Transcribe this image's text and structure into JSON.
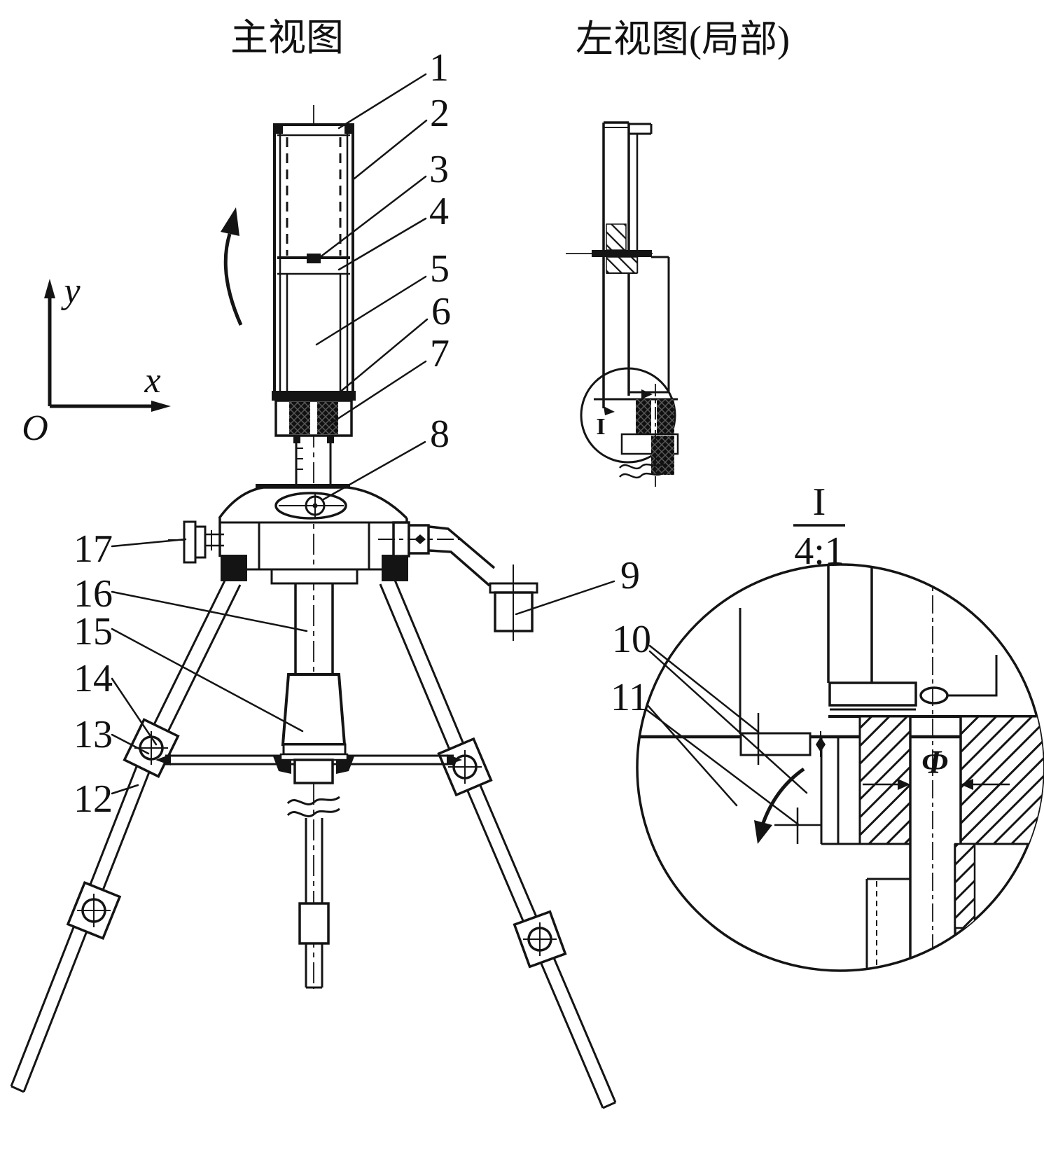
{
  "titles": {
    "main_view": "主视图",
    "left_view": "左视图(局部)"
  },
  "axes": {
    "x_label": "x",
    "y_label": "y",
    "origin_label": "O"
  },
  "detail_view": {
    "callout_id": "I",
    "scale": "4:1",
    "section_marker": "I",
    "diameter_symbol": "Φ"
  },
  "part_labels": {
    "p1": "1",
    "p2": "2",
    "p3": "3",
    "p4": "4",
    "p5": "5",
    "p6": "6",
    "p7": "7",
    "p8": "8",
    "p9": "9",
    "p10": "10",
    "p11": "11",
    "p12": "12",
    "p13": "13",
    "p14": "14",
    "p15": "15",
    "p16": "16",
    "p17": "17"
  }
}
